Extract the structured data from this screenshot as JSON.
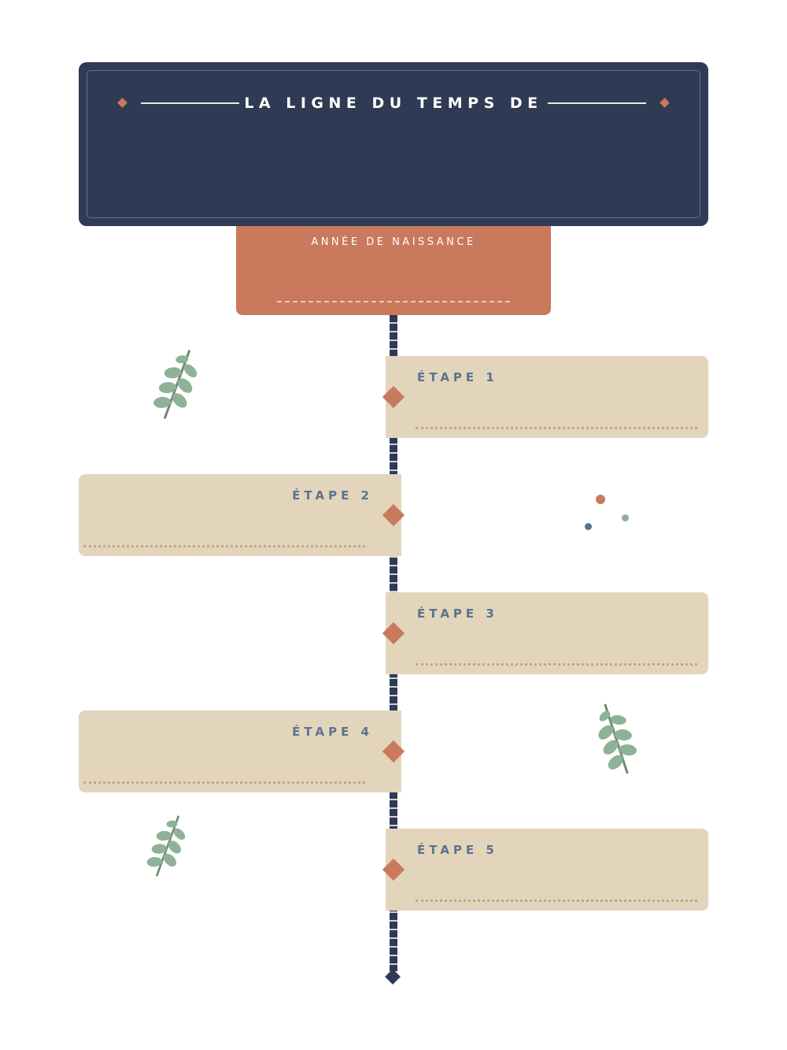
{
  "header": {
    "title": "LA LIGNE DU TEMPS DE"
  },
  "birth": {
    "label": "ANNÉE DE NAISSANCE"
  },
  "steps": [
    {
      "label": "ÉTAPE 1"
    },
    {
      "label": "ÉTAPE 2"
    },
    {
      "label": "ÉTAPE 3"
    },
    {
      "label": "ÉTAPE 4"
    },
    {
      "label": "ÉTAPE 5"
    }
  ],
  "colors": {
    "navy": "#2f3a54",
    "terracotta": "#c97a5c",
    "beige": "#e3d5bb",
    "sage": "#8fb297",
    "slate_blue": "#5a7290"
  },
  "icons": {
    "decor": [
      "leaf-sprig-icon",
      "diamond-icon",
      "dot-icon"
    ]
  }
}
